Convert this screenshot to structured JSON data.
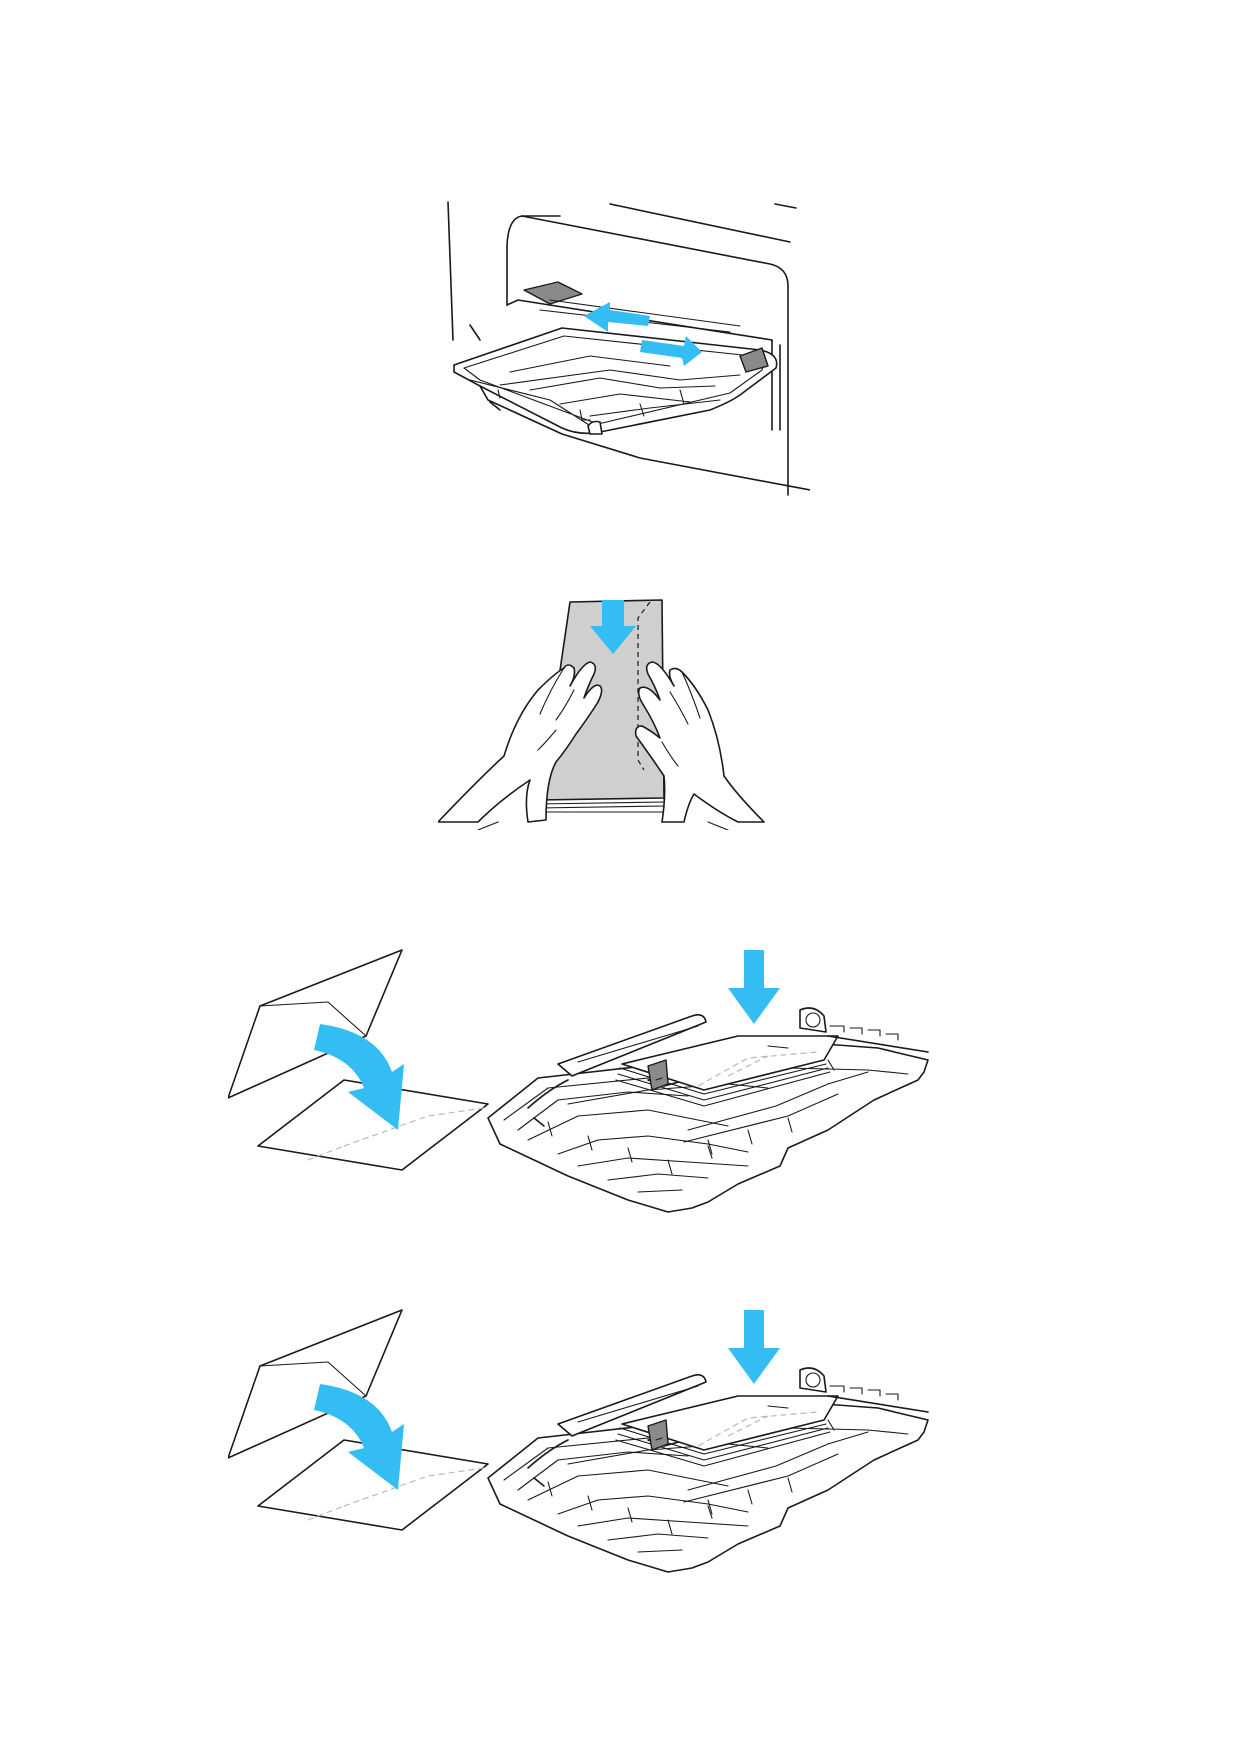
{
  "colors": {
    "arrow": "#33bdf2",
    "envelope_fill": "#cfcfcf",
    "line": "#1a1a1a",
    "background": "#ffffff"
  },
  "figures": [
    {
      "id": "adjust-guides",
      "arrow_icon": "double-horizontal-arrow-icon"
    },
    {
      "id": "load-envelope-stack",
      "arrow_icon": "down-arrow-icon"
    },
    {
      "id": "envelopes-flaps-closed-tray",
      "arrow_icons": [
        "curved-arrow-icon",
        "down-arrow-icon"
      ]
    },
    {
      "id": "envelopes-flaps-closed-tray-alt",
      "arrow_icons": [
        "curved-arrow-icon",
        "down-arrow-icon"
      ]
    }
  ]
}
